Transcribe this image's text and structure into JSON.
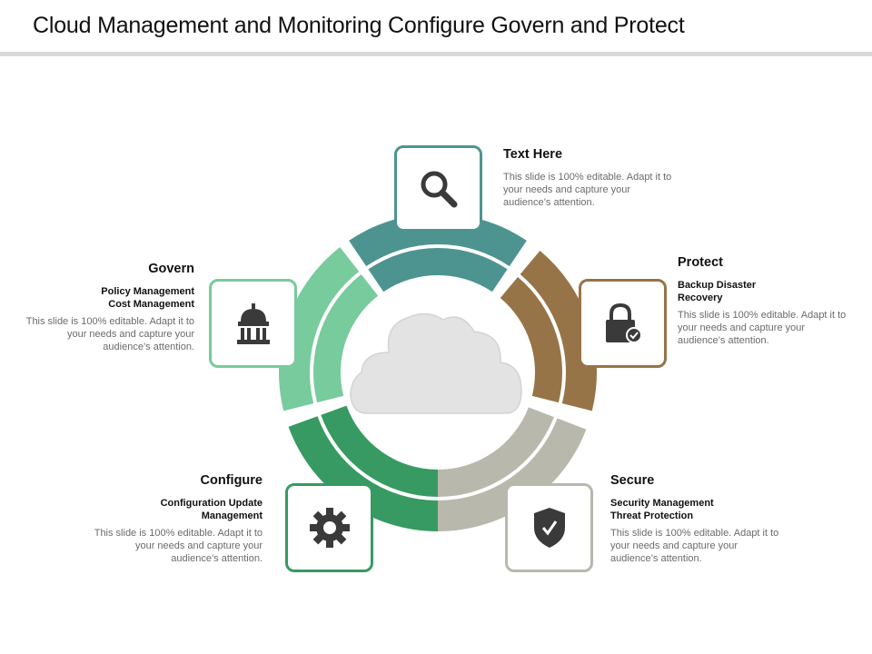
{
  "title": "Cloud Management and Monitoring Configure Govern and Protect",
  "colors": {
    "top": "#4d9491",
    "protect": "#977447",
    "secure": "#b8b8ac",
    "configure": "#379a62",
    "govern": "#78cb9c",
    "icon": "#3a3a3a",
    "cloud": "#e3e3e3"
  },
  "segments": [
    {
      "id": "top",
      "label": "Text Here",
      "icon": "search-icon",
      "color": "#4d9491"
    },
    {
      "id": "protect",
      "label": "Protect",
      "icon": "lock-icon",
      "color": "#977447"
    },
    {
      "id": "secure",
      "label": "Secure",
      "icon": "shield-check-icon",
      "color": "#b8b8ac"
    },
    {
      "id": "configure",
      "label": "Configure",
      "icon": "gear-icon",
      "color": "#379a62"
    },
    {
      "id": "govern",
      "label": "Govern",
      "icon": "government-building-icon",
      "color": "#78cb9c"
    }
  ],
  "blocks": {
    "top": {
      "heading": "Text Here",
      "body": "This slide is 100% editable. Adapt it to your needs and capture your audience’s attention."
    },
    "protect": {
      "heading": "Protect",
      "subheading": "Backup Disaster\nRecovery",
      "body": "This slide is 100% editable. Adapt it to your needs and capture your audience’s attention."
    },
    "secure": {
      "heading": "Secure",
      "subheading": "Security Management\nThreat Protection",
      "body": "This slide is 100% editable. Adapt it to your needs and capture your audience’s attention."
    },
    "configure": {
      "heading": "Configure",
      "subheading": "Configuration Update\nManagement",
      "body": "This slide is 100% editable. Adapt it to your needs and capture your audience’s attention."
    },
    "govern": {
      "heading": "Govern",
      "subheading": "Policy Management\nCost Management",
      "body": "This slide is 100% editable. Adapt it to your needs and capture your audience’s attention."
    }
  }
}
